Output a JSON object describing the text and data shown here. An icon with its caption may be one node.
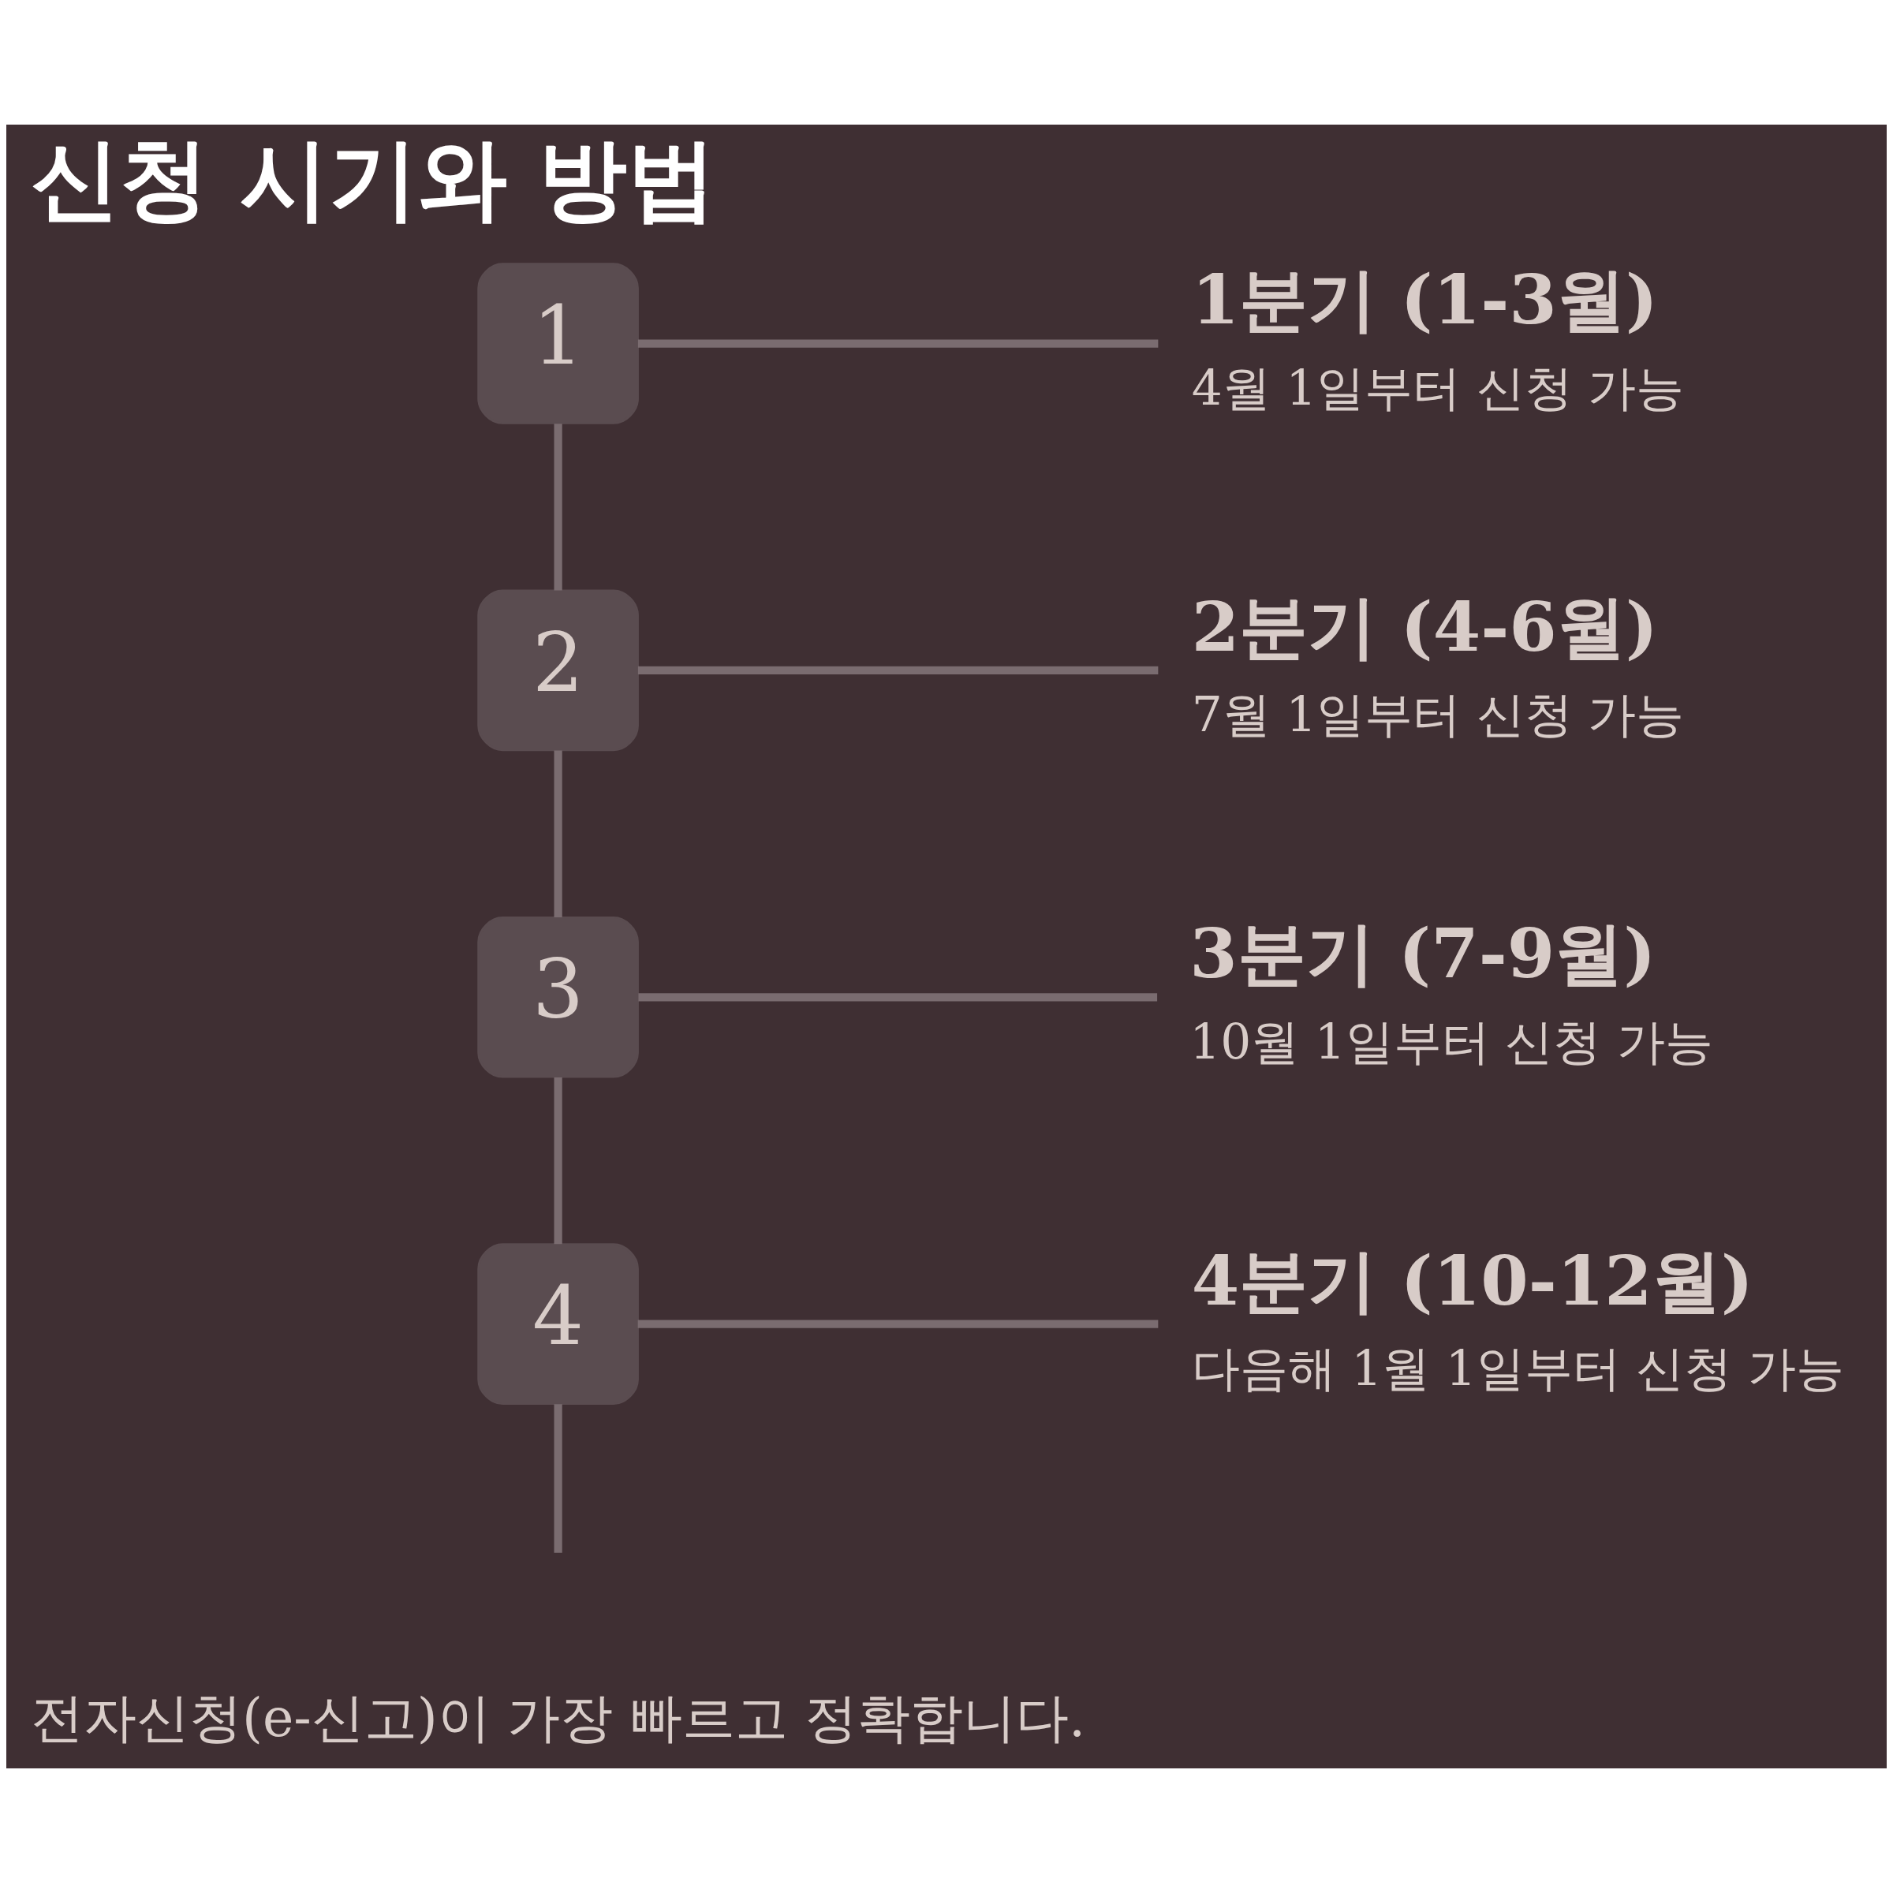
{
  "diagram": {
    "title": "신청 시기와 방법",
    "nodes": [
      {
        "text": [
          "1"
        ]
      },
      {
        "text": [
          "1분기 (1-3월)",
          "4월 1일부터 신청 가능"
        ]
      },
      {
        "text": [
          "2"
        ]
      },
      {
        "text": [
          "2분기 (4-6월)",
          "7월 1일부터 신청 가능"
        ]
      },
      {
        "text": [
          "3"
        ]
      },
      {
        "text": [
          "3분기 (7-9월)",
          "10월 1일부터 신청 가능"
        ]
      },
      {
        "text": [
          "4"
        ]
      },
      {
        "text": [
          "4분기 (10-12월)",
          "다음해 1월 1일부터 신청 가능"
        ]
      }
    ],
    "edges": [
      {
        "from": 0,
        "to": 1,
        "arrow": "none"
      },
      {
        "from": 0,
        "to": 2,
        "arrow": "none"
      },
      {
        "from": 2,
        "to": 3,
        "arrow": "none"
      },
      {
        "from": 2,
        "to": 4,
        "arrow": "none"
      },
      {
        "from": 4,
        "to": 5,
        "arrow": "none"
      },
      {
        "from": 4,
        "to": 6,
        "arrow": "none"
      },
      {
        "from": 6,
        "to": 7,
        "arrow": "none"
      },
      {
        "from": 6,
        "to": null,
        "arrow": "none"
      }
    ],
    "labels": [
      "전자신청(e-신고)이 가장 빠르고 정확합니다."
    ]
  }
}
